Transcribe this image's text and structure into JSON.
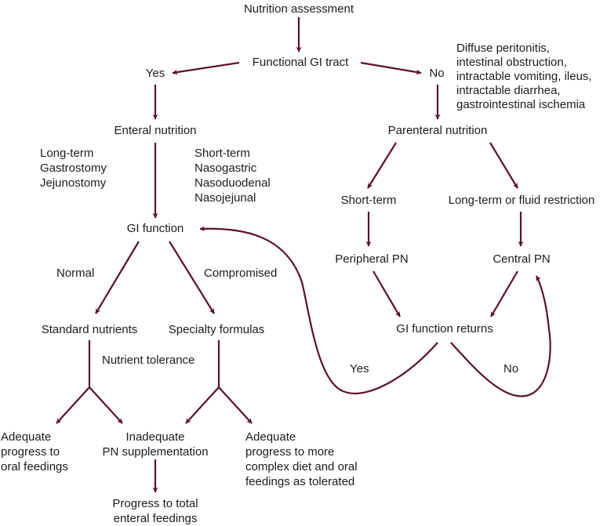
{
  "diagram": {
    "type": "flowchart",
    "edge_color": "#5e0f2e",
    "nodes": {
      "nutrition_assessment": "Nutrition assessment",
      "functional_gi_tract": "Functional GI tract",
      "yes_top": "Yes",
      "no_top": "No",
      "contraindications": "Diffuse peritonitis,\nintestinal obstruction,\nintractable vomiting, ileus,\nintractable diarrhea,\ngastrointestinal ischemia",
      "enteral_nutrition": "Enteral nutrition",
      "long_term_access": "Long-term\nGastrostomy\nJejunostomy",
      "short_term_access": "Short-term\nNasogastric\nNasoduodenal\nNasojejunal",
      "gi_function": "GI function",
      "normal": "Normal",
      "compromised": "Compromised",
      "standard_nutrients": "Standard nutrients",
      "specialty_formulas": "Specialty formulas",
      "nutrient_tolerance": "Nutrient tolerance",
      "adequate_oral": "Adequate\nprogress to\noral feedings",
      "inadequate": "Inadequate\nPN supplementation",
      "adequate_complex": "Adequate\nprogress to more\ncomplex diet and oral\nfeedings as tolerated",
      "progress_total_enteral": "Progress to total\nenteral feedings",
      "parenteral_nutrition": "Parenteral nutrition",
      "short_term_pn": "Short-term",
      "long_term_pn": "Long-term or fluid restriction",
      "peripheral_pn": "Peripheral PN",
      "central_pn": "Central PN",
      "gi_function_returns": "GI function returns",
      "yes_bottom": "Yes",
      "no_bottom": "No"
    },
    "edges": [
      {
        "from": "nutrition_assessment",
        "to": "functional_gi_tract"
      },
      {
        "from": "functional_gi_tract",
        "to": "yes_top"
      },
      {
        "from": "functional_gi_tract",
        "to": "no_top"
      },
      {
        "from": "yes_top",
        "to": "enteral_nutrition"
      },
      {
        "from": "no_top",
        "to": "parenteral_nutrition"
      },
      {
        "from": "enteral_nutrition",
        "to": "gi_function"
      },
      {
        "from": "gi_function",
        "to": "standard_nutrients",
        "label": "Normal"
      },
      {
        "from": "gi_function",
        "to": "specialty_formulas",
        "label": "Compromised"
      },
      {
        "from": "standard_nutrients",
        "to": "adequate_oral"
      },
      {
        "from": "standard_nutrients",
        "to": "inadequate"
      },
      {
        "from": "specialty_formulas",
        "to": "inadequate"
      },
      {
        "from": "specialty_formulas",
        "to": "adequate_complex"
      },
      {
        "from": "inadequate",
        "to": "progress_total_enteral"
      },
      {
        "from": "parenteral_nutrition",
        "to": "short_term_pn"
      },
      {
        "from": "parenteral_nutrition",
        "to": "long_term_pn"
      },
      {
        "from": "short_term_pn",
        "to": "peripheral_pn"
      },
      {
        "from": "long_term_pn",
        "to": "central_pn"
      },
      {
        "from": "peripheral_pn",
        "to": "gi_function_returns"
      },
      {
        "from": "central_pn",
        "to": "gi_function_returns"
      },
      {
        "from": "gi_function_returns",
        "to": "gi_function",
        "label": "Yes"
      },
      {
        "from": "gi_function_returns",
        "to": "central_pn",
        "label": "No"
      }
    ]
  }
}
